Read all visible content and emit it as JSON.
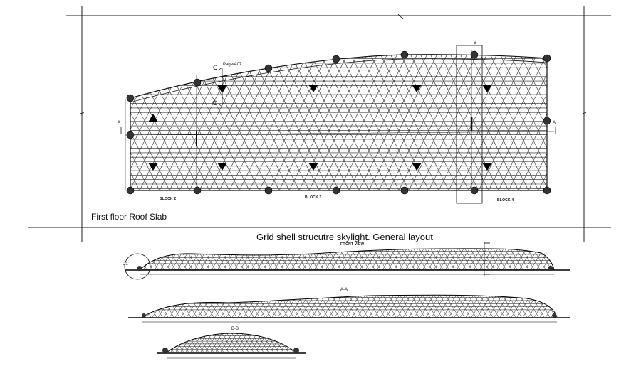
{
  "plan_title": "First floor Roof Slab",
  "general_caption": "Grid shell strucutre skylight. General layout",
  "blocks": [
    "BLOCK 2",
    "BLOCK 3",
    "BLOCK 4"
  ],
  "section_a_mark": "A",
  "section_b_mark": "B",
  "section_c_mark": "C",
  "page_ref": "Page/A07",
  "front_view_label": "FRONT VIEW",
  "section_aa_label": "A-A",
  "section_bb_label": "B-B",
  "detail_label": "D1"
}
